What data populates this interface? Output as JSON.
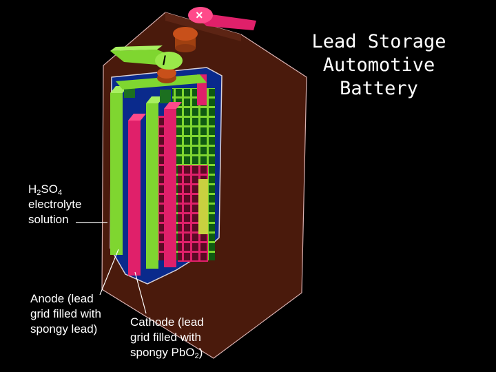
{
  "title": {
    "line1": "Lead Storage",
    "line2": "Automotive",
    "line3": "Battery"
  },
  "labels": {
    "electrolyte": {
      "formula_h": "H",
      "formula_h_sub": "2",
      "formula_so": "SO",
      "formula_so_sub": "4",
      "line2": "electrolyte",
      "line3": "solution"
    },
    "anode": {
      "line1": "Anode (lead",
      "line2": "grid filled with",
      "line3": "spongy lead)"
    },
    "cathode": {
      "line1": "Cathode (lead",
      "line2": "grid filled with",
      "line3_prefix": "spongy PbO",
      "line3_sub": "2",
      "line3_suffix": ")"
    }
  },
  "terminals": {
    "negative_symbol": "×",
    "positive_symbol": "/"
  },
  "colors": {
    "background": "#000000",
    "casing": "#4a1a0c",
    "electrolyte": "#0a2a8c",
    "anode_grid": "#7fd630",
    "cathode_grid": "#e0206a",
    "terminal_negative": "#e0206a",
    "terminal_positive": "#7fd630",
    "cap": "#c8501a",
    "text": "#ffffff"
  }
}
